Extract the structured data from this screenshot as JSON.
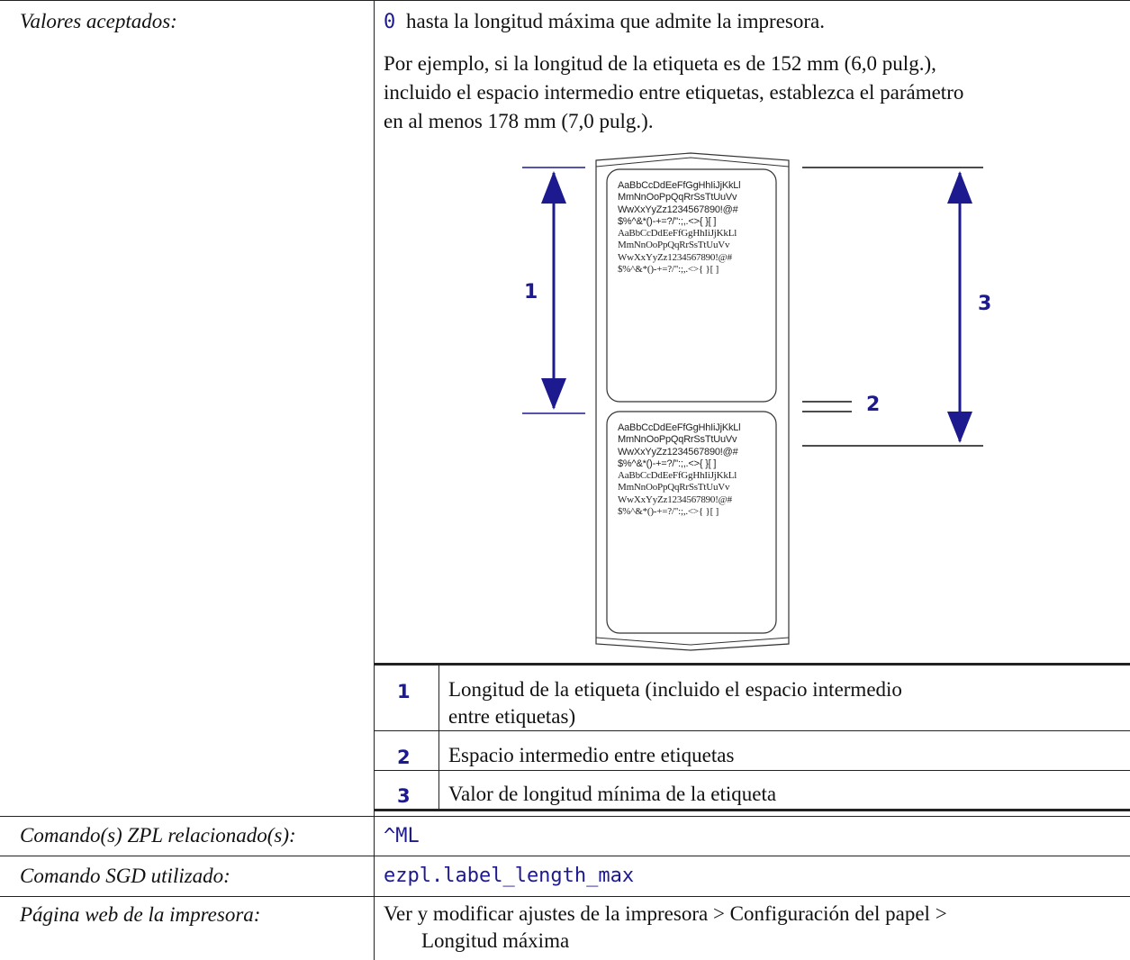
{
  "rows": {
    "accepted": {
      "label": "Valores aceptados:",
      "value_code": "0",
      "value_text": "hasta la longitud máxima que admite la impresora.",
      "example_lines": [
        "Por ejemplo, si la longitud de la etiqueta es de 152 mm (6,0 pulg.),",
        "incluido el espacio intermedio entre etiquetas, establezca el parámetro",
        "en al menos 178 mm (7,0 pulg.)."
      ]
    },
    "zpl": {
      "label": "Comando(s) ZPL relacionado(s):",
      "value": "^ML"
    },
    "sgd": {
      "label": "Comando SGD utilizado:",
      "value": "ezpl.label_length_max"
    },
    "web": {
      "label": "Página web de la impresora:",
      "lines": [
        "Ver y modificar ajustes de la impresora > Configuración del papel >",
        "Longitud máxima"
      ]
    }
  },
  "diagram": {
    "callouts": [
      "1",
      "2",
      "3"
    ],
    "label_text": [
      "AaBbCcDdEeFfGgHhIiJjKkLl",
      "MmNnOoPpQqRrSsTtUuVv",
      "WwXxYyZz1234567890!@#",
      "$%^&*()-+=?/\":;,.<>{ }[ ]",
      "AaBbCcDdEeFfGgHhIiJjKkLl",
      "MmNnOoPpQqRrSsTtUuVv",
      "WwXxYyZz1234567890!@#",
      "$%^&*()-+=?/\":;,.<>{ }[ ]"
    ]
  },
  "legend": [
    {
      "num": "1",
      "lines": [
        "Longitud de la etiqueta (incluido el espacio intermedio",
        "entre etiquetas)"
      ]
    },
    {
      "num": "2",
      "lines": [
        "Espacio intermedio entre etiquetas"
      ]
    },
    {
      "num": "3",
      "lines": [
        "Valor de longitud mínima de la etiqueta"
      ]
    }
  ],
  "colors": {
    "accent": "#1d1a8f",
    "rule": "#222222"
  }
}
